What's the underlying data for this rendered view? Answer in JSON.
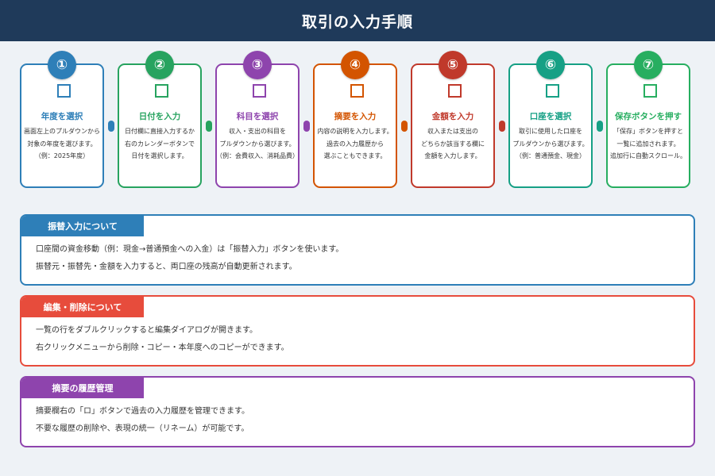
{
  "header": {
    "title": "取引の入力手順"
  },
  "steps": [
    {
      "num": "①",
      "title": "年度を選択",
      "color": "#2e7fb8",
      "lines": [
        "画面左上のプルダウンから",
        "対象の年度を選びます。",
        "（例：2025年度）"
      ]
    },
    {
      "num": "②",
      "title": "日付を入力",
      "color": "#27a35f",
      "lines": [
        "日付欄に直接入力するか",
        "右のカレンダーボタンで",
        "日付を選択します。"
      ]
    },
    {
      "num": "③",
      "title": "科目を選択",
      "color": "#8e44ad",
      "lines": [
        "収入・支出の科目を",
        "プルダウンから選びます。",
        "（例：会費収入、消耗品費）"
      ]
    },
    {
      "num": "④",
      "title": "摘要を入力",
      "color": "#d35400",
      "lines": [
        "内容の説明を入力します。",
        "過去の入力履歴から",
        "選ぶこともできます。"
      ]
    },
    {
      "num": "⑤",
      "title": "金額を入力",
      "color": "#c0392b",
      "lines": [
        "収入または支出の",
        "どちらか該当する欄に",
        "金額を入力します。"
      ]
    },
    {
      "num": "⑥",
      "title": "口座を選択",
      "color": "#16a085",
      "lines": [
        "取引に使用した口座を",
        "プルダウンから選びます。",
        "（例：普通預金、現金）"
      ]
    },
    {
      "num": "⑦",
      "title": "保存ボタンを押す",
      "color": "#27ae60",
      "lines": [
        "「保存」ボタンを押すと",
        "一覧に追加されます。",
        "追加行に自動スクロール。"
      ]
    }
  ],
  "panels": [
    {
      "title": "振替入力について",
      "color": "#2e7fb8",
      "lines": [
        "口座間の資金移動（例：現金→普通預金への入金）は「振替入力」ボタンを使います。",
        "振替元・振替先・金額を入力すると、両口座の残高が自動更新されます。"
      ]
    },
    {
      "title": "編集・削除について",
      "color": "#e74c3c",
      "lines": [
        "一覧の行をダブルクリックすると編集ダイアログが開きます。",
        "右クリックメニューから削除・コピー・本年度へのコピーができます。"
      ]
    },
    {
      "title": "摘要の履歴管理",
      "color": "#8e44ad",
      "lines": [
        "摘要欄右の「ロ」ボタンで過去の入力履歴を管理できます。",
        "不要な履歴の削除や、表現の統一（リネーム）が可能です。"
      ]
    }
  ]
}
